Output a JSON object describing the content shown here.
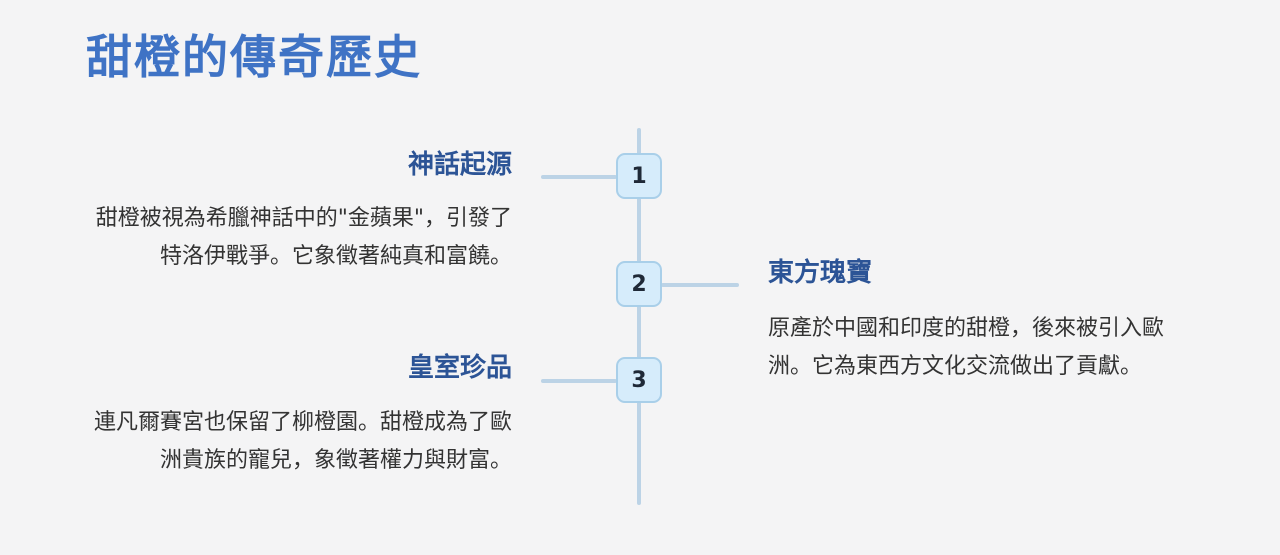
{
  "page": {
    "title": "甜橙的傳奇歷史"
  },
  "colors": {
    "title": "#3f73c5",
    "event_title": "#2c5496",
    "line": "#bcd3e6",
    "node_fill": "#d6ecfb",
    "node_border": "#a9cfe9",
    "text": "#333333"
  },
  "timeline": {
    "events": [
      {
        "number": "1",
        "side": "left",
        "title": "神話起源",
        "description": "甜橙被視為希臘神話中的\"金蘋果\"，引發了特洛伊戰爭。它象徵著純真和富饒。"
      },
      {
        "number": "2",
        "side": "right",
        "title": "東方瑰寶",
        "description": "原產於中國和印度的甜橙，後來被引入歐洲。它為東西方文化交流做出了貢獻。"
      },
      {
        "number": "3",
        "side": "left",
        "title": "皇室珍品",
        "description": "連凡爾賽宮也保留了柳橙園。甜橙成為了歐洲貴族的寵兒，象徵著權力與財富。"
      }
    ]
  }
}
